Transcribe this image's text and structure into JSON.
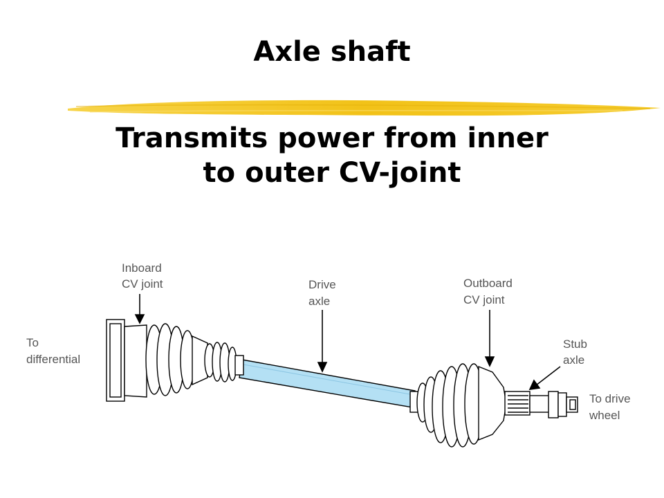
{
  "slide": {
    "title": "Axle shaft",
    "subtitle_lines": [
      "Transmits power from inner",
      "to outer CV-joint"
    ],
    "accent_color": "#f2c218"
  },
  "diagram": {
    "labels": {
      "inboard": [
        "Inboard",
        "CV joint"
      ],
      "drive": [
        "Drive",
        "axle"
      ],
      "outboard": [
        "Outboard",
        "CV joint"
      ],
      "stub": [
        "Stub",
        "axle"
      ],
      "differential": [
        "To",
        "differential"
      ],
      "wheel": [
        "To drive",
        "wheel"
      ]
    },
    "colors": {
      "shaft": "#b4e0f4",
      "outline": "#000000",
      "label": "#555555"
    }
  }
}
